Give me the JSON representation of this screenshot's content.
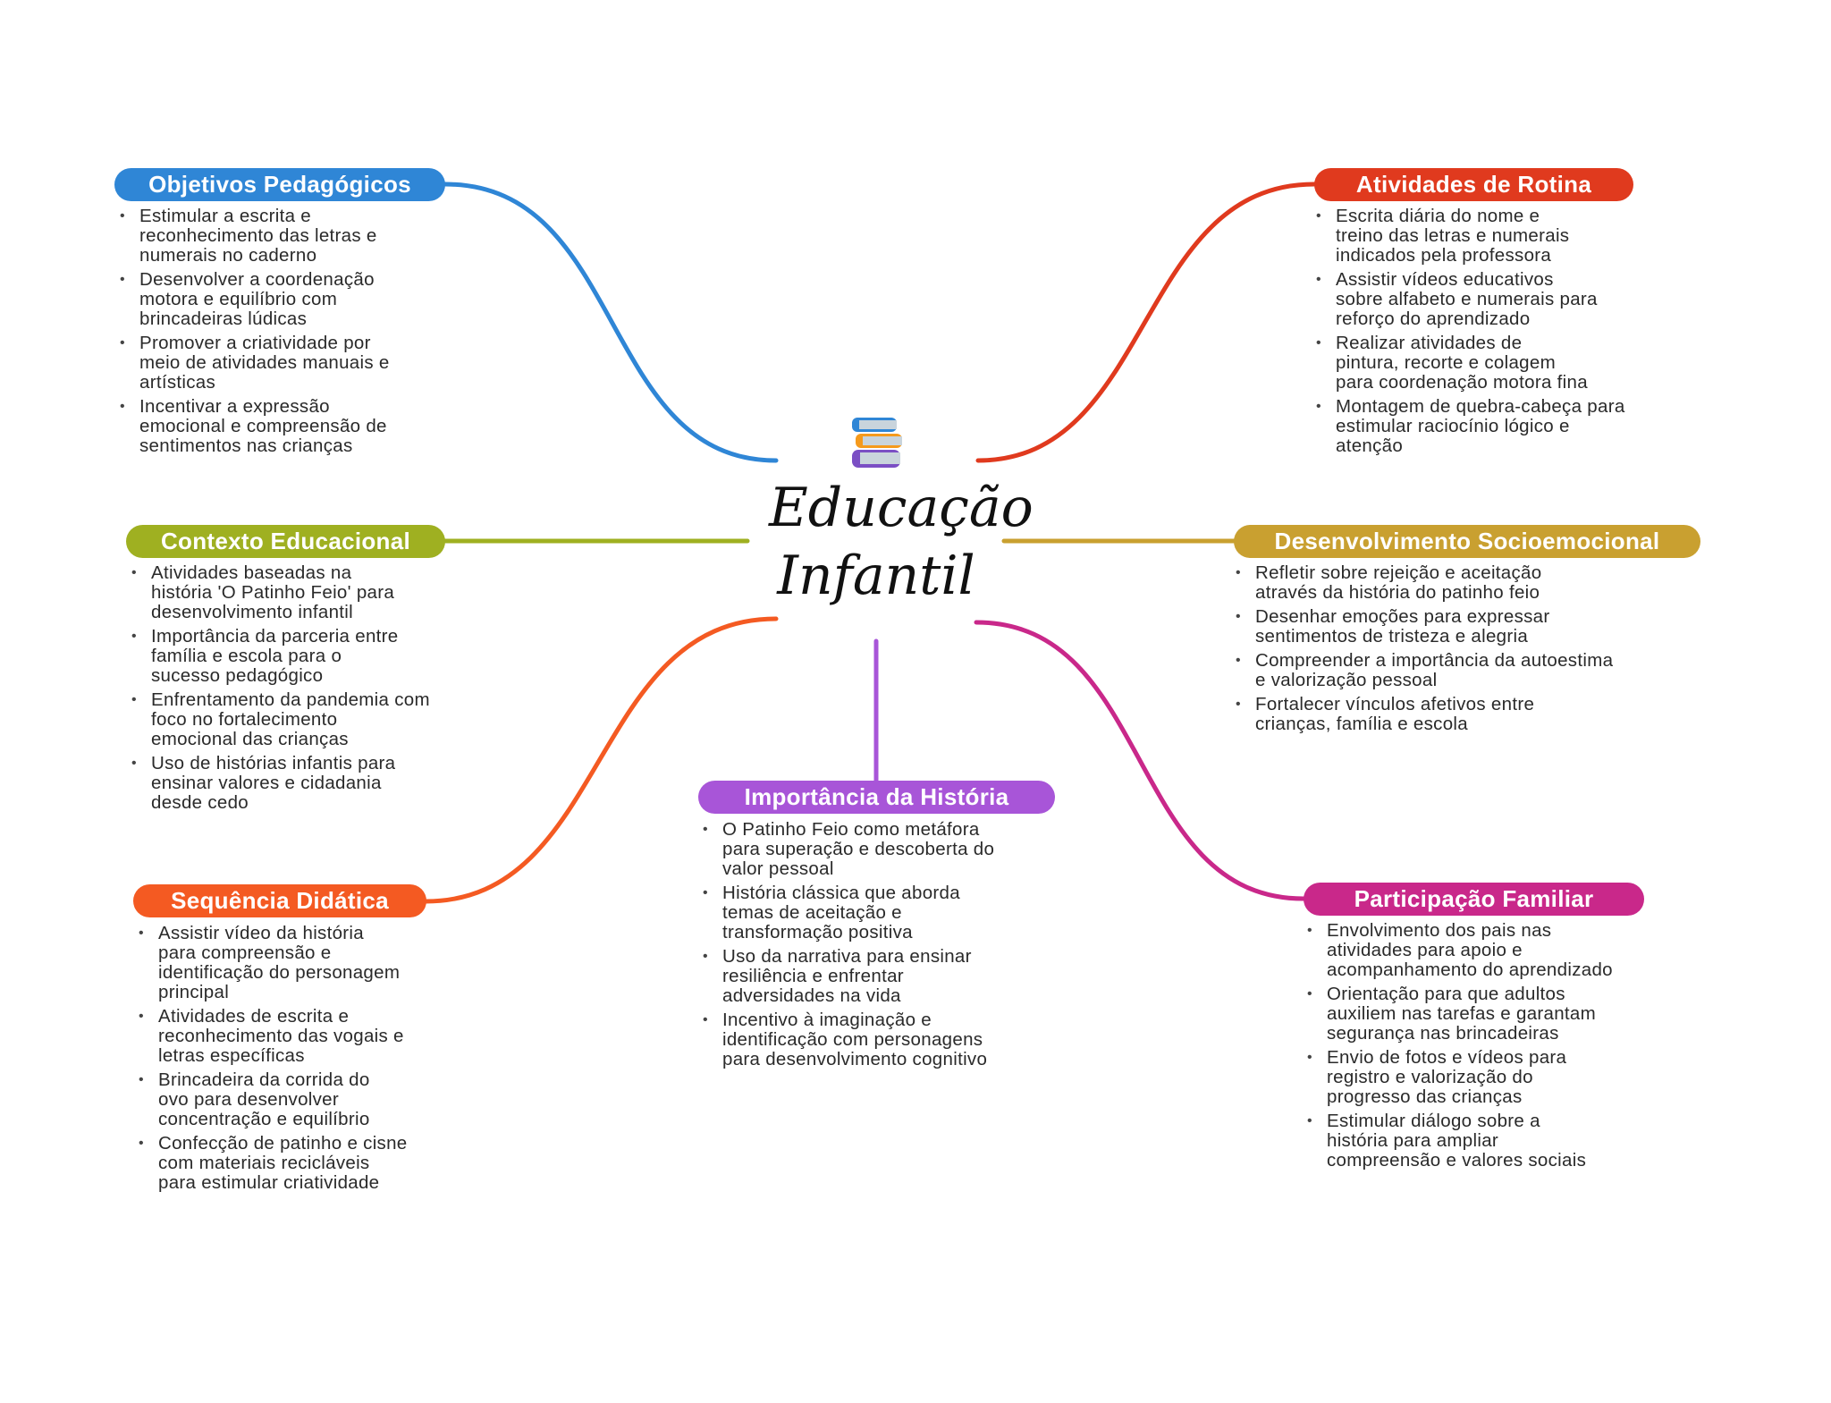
{
  "center": {
    "title": "Educação\nInfantil",
    "icon": "books-icon"
  },
  "colors": {
    "blue": "#2f86d6",
    "red": "#e03a1e",
    "olive": "#9fb021",
    "gold": "#c9a030",
    "orange": "#f45a22",
    "purple": "#a855d8",
    "magenta": "#c9288a"
  },
  "branches": {
    "objetivos": {
      "title": "Objetivos Pedagógicos",
      "items": [
        "Estimular a escrita e\nreconhecimento das letras e\nnumerais no caderno",
        "Desenvolver a coordenação\nmotora e equilíbrio com\nbrincadeiras lúdicas",
        "Promover a criatividade por\nmeio de atividades manuais e\nartísticas",
        "Incentivar a expressão\nemocional e compreensão de\nsentimentos nas crianças"
      ]
    },
    "atividades": {
      "title": "Atividades de Rotina",
      "items": [
        "Escrita diária do nome e\ntreino das letras e numerais\nindicados pela professora",
        "Assistir vídeos educativos\nsobre alfabeto e numerais para\nreforço do aprendizado",
        "Realizar atividades de\npintura, recorte e colagem\npara coordenação motora fina",
        "Montagem de quebra-cabeça para\nestimular raciocínio lógico e\natenção"
      ]
    },
    "contexto": {
      "title": "Contexto Educacional",
      "items": [
        "Atividades baseadas na\nhistória 'O Patinho Feio' para\ndesenvolvimento infantil",
        "Importância da parceria entre\nfamília e escola para o\nsucesso pedagógico",
        "Enfrentamento da pandemia com\nfoco no fortalecimento\nemocional das crianças",
        "Uso de histórias infantis para\nensinar valores e cidadania\ndesde cedo"
      ]
    },
    "socioemocional": {
      "title": "Desenvolvimento Socioemocional",
      "items": [
        "Refletir sobre rejeição e aceitação\natravés da história do patinho feio",
        "Desenhar emoções para expressar\nsentimentos de tristeza e alegria",
        "Compreender a importância da autoestima\ne valorização pessoal",
        "Fortalecer vínculos afetivos entre\ncrianças, família e escola"
      ]
    },
    "sequencia": {
      "title": "Sequência Didática",
      "items": [
        "Assistir vídeo da história\npara compreensão e\nidentificação do personagem\nprincipal",
        "Atividades de escrita e\nreconhecimento das vogais e\nletras específicas",
        "Brincadeira da corrida do\novo para desenvolver\nconcentração e equilíbrio",
        "Confecção de patinho e cisne\ncom materiais recicláveis\npara estimular criatividade"
      ]
    },
    "historia": {
      "title": "Importância da História",
      "items": [
        "O Patinho Feio como metáfora\npara superação e descoberta do\nvalor pessoal",
        "História clássica que aborda\ntemas de aceitação e\ntransformação positiva",
        "Uso da narrativa para ensinar\nresiliência e enfrentar\nadversidades na vida",
        "Incentivo à imaginação e\nidentificação com personagens\npara desenvolvimento cognitivo"
      ]
    },
    "familiar": {
      "title": "Participação Familiar",
      "items": [
        "Envolvimento dos pais nas\natividades para apoio e\nacompanhamento do aprendizado",
        "Orientação para que adultos\nauxiliem nas tarefas e garantam\nsegurança nas brincadeiras",
        "Envio de fotos e vídeos para\nregistro e valorização do\nprogresso das crianças",
        "Estimular diálogo sobre a\nhistória para ampliar\ncompreensão e valores sociais"
      ]
    }
  }
}
